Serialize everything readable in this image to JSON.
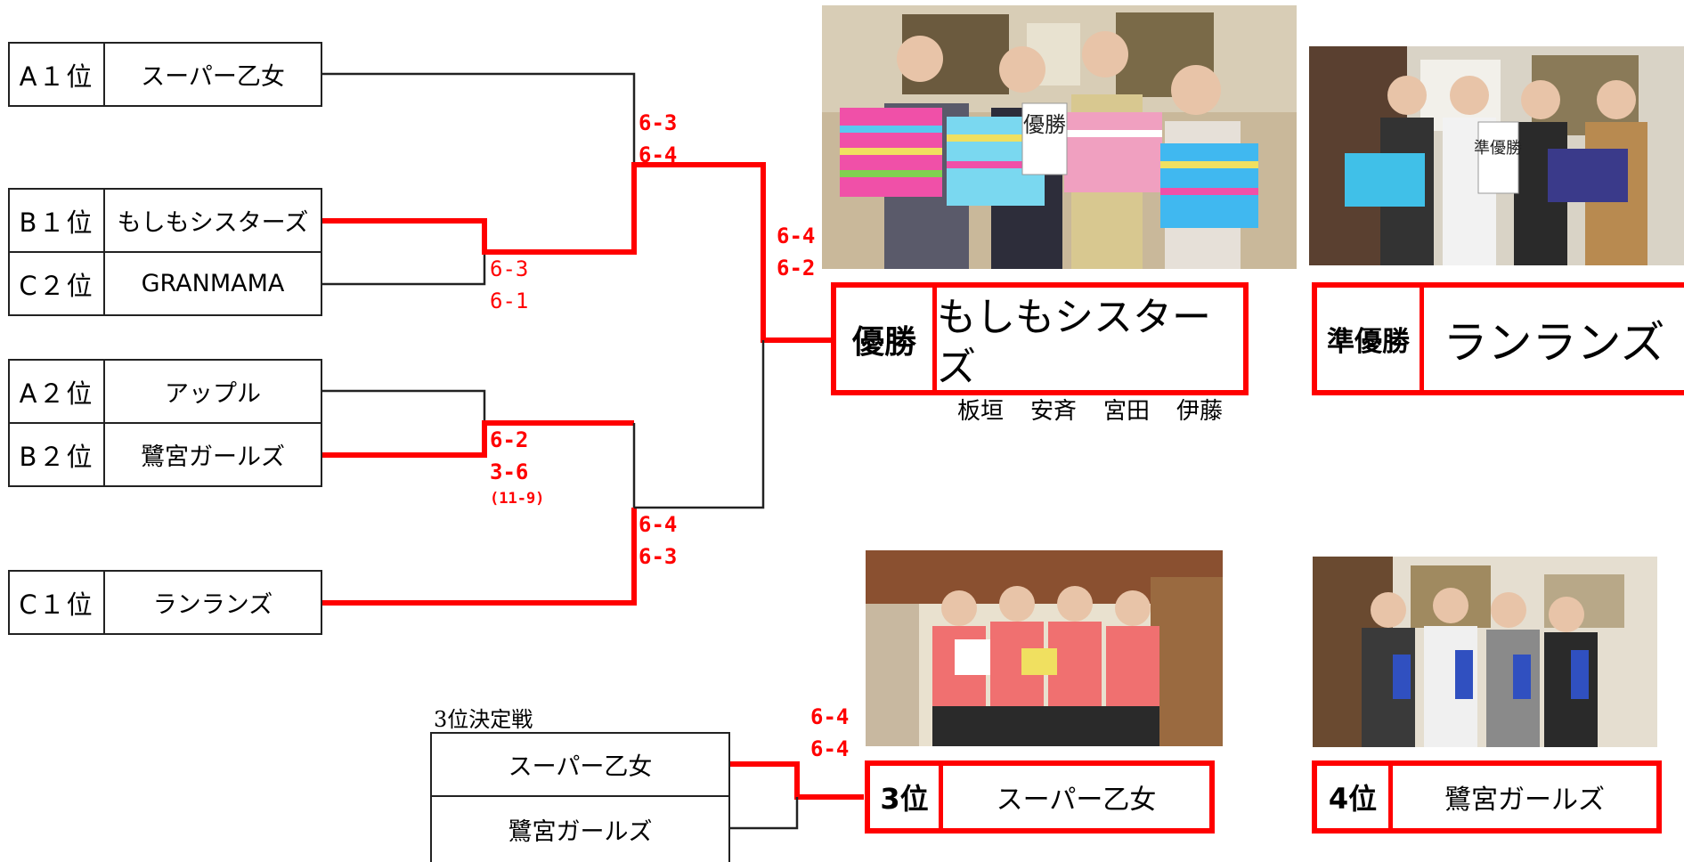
{
  "seeds": [
    {
      "rank": "A１位",
      "team": "スーパー乙女"
    },
    {
      "rank": "B１位",
      "team": "もしもシスターズ"
    },
    {
      "rank": "C２位",
      "team": "GRANMAMA"
    },
    {
      "rank": "A２位",
      "team": "アップル"
    },
    {
      "rank": "B２位",
      "team": "鷺宮ガールズ"
    },
    {
      "rank": "C１位",
      "team": "ランランズ"
    }
  ],
  "scores": {
    "qf1": [
      "6-3",
      "6-1"
    ],
    "qf2": [
      "6-2",
      "3-6"
    ],
    "qf2_tiebreak": "(11-9)",
    "sf1": [
      "6-3",
      "6-4"
    ],
    "sf2": [
      "6-4",
      "6-3"
    ],
    "final": [
      "6-4",
      "6-2"
    ],
    "third_place": [
      "6-4",
      "6-4"
    ]
  },
  "champion": {
    "label": "優勝",
    "team": "もしもシスターズ",
    "members": [
      "板垣",
      "安斉",
      "宮田",
      "伊藤"
    ],
    "photo_sign": "優勝"
  },
  "runner_up": {
    "label": "準優勝",
    "team": "ランランズ",
    "photo_sign": "準優勝"
  },
  "third_place_match": {
    "title": "3位決定戦",
    "top": "スーパー乙女",
    "bottom": "鷺宮ガールズ"
  },
  "third": {
    "label": "3位",
    "team": "スーパー乙女"
  },
  "fourth": {
    "label": "4位",
    "team": "鷺宮ガールズ"
  },
  "colors": {
    "winner_line": "#ff0000",
    "loser_line": "#222222",
    "award_border": "#ff0000"
  }
}
